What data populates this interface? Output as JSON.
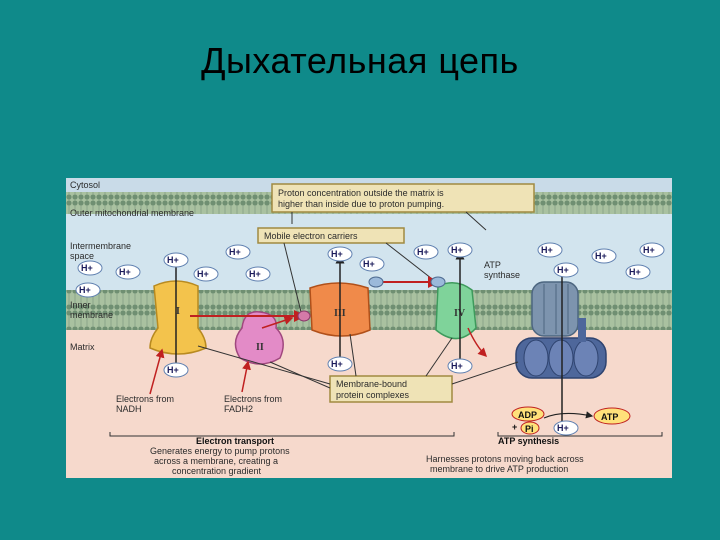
{
  "slide": {
    "title": "Дыхательная цепь"
  },
  "figure": {
    "labels": {
      "cytosol": "Cytosol",
      "outer_membrane": "Outer mitochondrial membrane",
      "intermembrane_1": "Intermembrane",
      "intermembrane_2": "space",
      "inner_membrane_1": "Inner",
      "inner_membrane_2": "membrane",
      "matrix": "Matrix",
      "atp_synthase_1": "ATP",
      "atp_synthase_2": "synthase"
    },
    "callouts": {
      "proton_concentration_1": "Proton concentration outside the matrix is",
      "proton_concentration_2": "higher than inside due to proton pumping.",
      "mobile_carriers": "Mobile electron carriers",
      "membrane_bound_1": "Membrane-bound",
      "membrane_bound_2": "protein complexes"
    },
    "complexes": {
      "c1": "I",
      "c2": "II",
      "c3": "III",
      "c4": "IV"
    },
    "proton": "H+",
    "electron_sources": {
      "nadh_1": "Electrons from",
      "nadh_2": "NADH",
      "fadh2_1": "Electrons from",
      "fadh2_2": "FADH2"
    },
    "electron_transport": {
      "heading": "Electron transport",
      "line1": "Generates energy to pump protons",
      "line2": "across a membrane, creating a",
      "line3": "concentration gradient"
    },
    "atp_synthesis": {
      "heading": "ATP synthesis",
      "line1": "Harnesses protons moving back across",
      "line2": "membrane to drive ATP production"
    },
    "molecules": {
      "adp": "ADP",
      "pi": "Pi",
      "plus": "+",
      "atp": "ATP"
    }
  }
}
